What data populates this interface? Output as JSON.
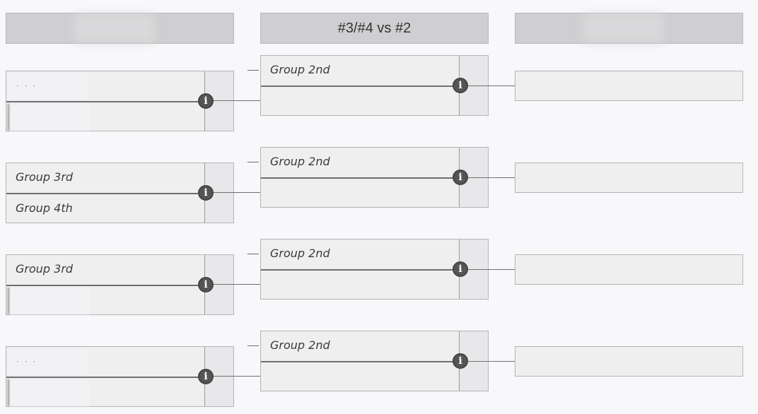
{
  "headers": {
    "col1": "",
    "col2": "#3/#4 vs #2",
    "col3": ""
  },
  "round1": [
    {
      "top": "",
      "bottom": ""
    },
    {
      "top": "Group 3rd",
      "bottom": "Group 4th"
    },
    {
      "top": "Group 3rd",
      "bottom": ""
    },
    {
      "top": "",
      "bottom": ""
    }
  ],
  "round2": [
    {
      "top": "Group 2nd",
      "bottom": ""
    },
    {
      "top": "Group 2nd",
      "bottom": ""
    },
    {
      "top": "Group 2nd",
      "bottom": ""
    },
    {
      "top": "Group 2nd",
      "bottom": ""
    }
  ],
  "info_glyph": "i",
  "icons": {
    "info": "info-icon"
  }
}
